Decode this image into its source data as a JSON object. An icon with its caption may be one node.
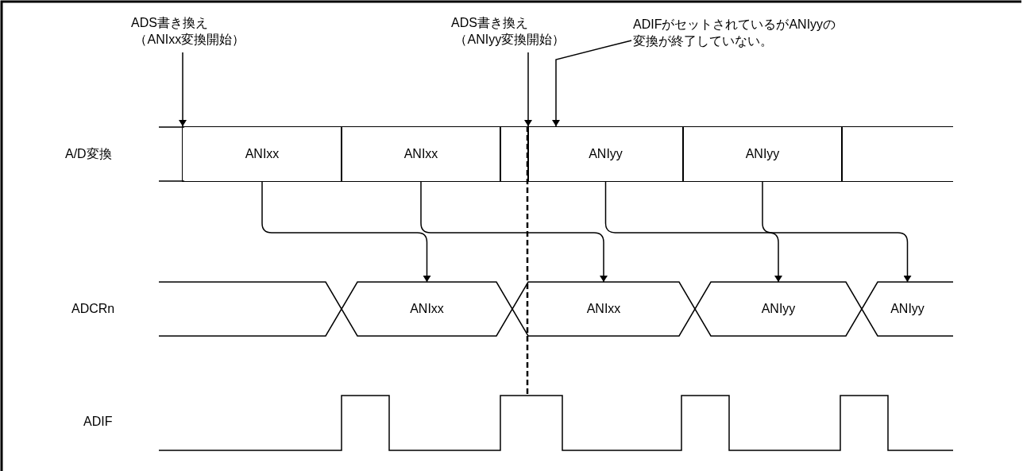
{
  "diagram": {
    "nodes": [
      {
        "text": [
          "ADS書き換え",
          "（ANIxx変換開始）"
        ]
      },
      {
        "text": [
          "ADS書き換え",
          "（ANIyy変換開始）"
        ]
      },
      {
        "text": [
          "ADIFがセットされているがANIyyの変換が終了していない。"
        ]
      },
      {
        "text": [
          "ANIxx"
        ]
      },
      {
        "text": [
          "ANIxx"
        ]
      },
      {
        "text": [],
        "shape": "box"
      },
      {
        "text": [
          "ANIyy"
        ]
      },
      {
        "text": [
          "ANIyy"
        ]
      },
      {
        "text": [],
        "shape": "box"
      },
      {
        "text": [],
        "shape": "hexagon"
      },
      {
        "text": [
          "ANIxx"
        ]
      },
      {
        "text": [
          "ANIxx"
        ]
      },
      {
        "text": [
          "ANIyy"
        ]
      },
      {
        "text": [
          "ANIyy"
        ]
      }
    ],
    "edges": [
      {
        "from": 0,
        "to": 3,
        "arrow": "to"
      },
      {
        "from": 1,
        "to": 6,
        "arrow": "to"
      },
      {
        "from": 2,
        "to": 6,
        "arrow": "to"
      },
      {
        "from": 6,
        "to": null,
        "arrow": "none",
        "style": "dashed"
      },
      {
        "from": 3,
        "to": 10,
        "arrow": "to"
      },
      {
        "from": 4,
        "to": 11,
        "arrow": "to"
      },
      {
        "from": 6,
        "to": 12,
        "arrow": "to"
      },
      {
        "from": 7,
        "to": 13,
        "arrow": "to"
      }
    ],
    "labels": [
      "A/D変換",
      "ADCRn",
      "ADIF"
    ]
  }
}
